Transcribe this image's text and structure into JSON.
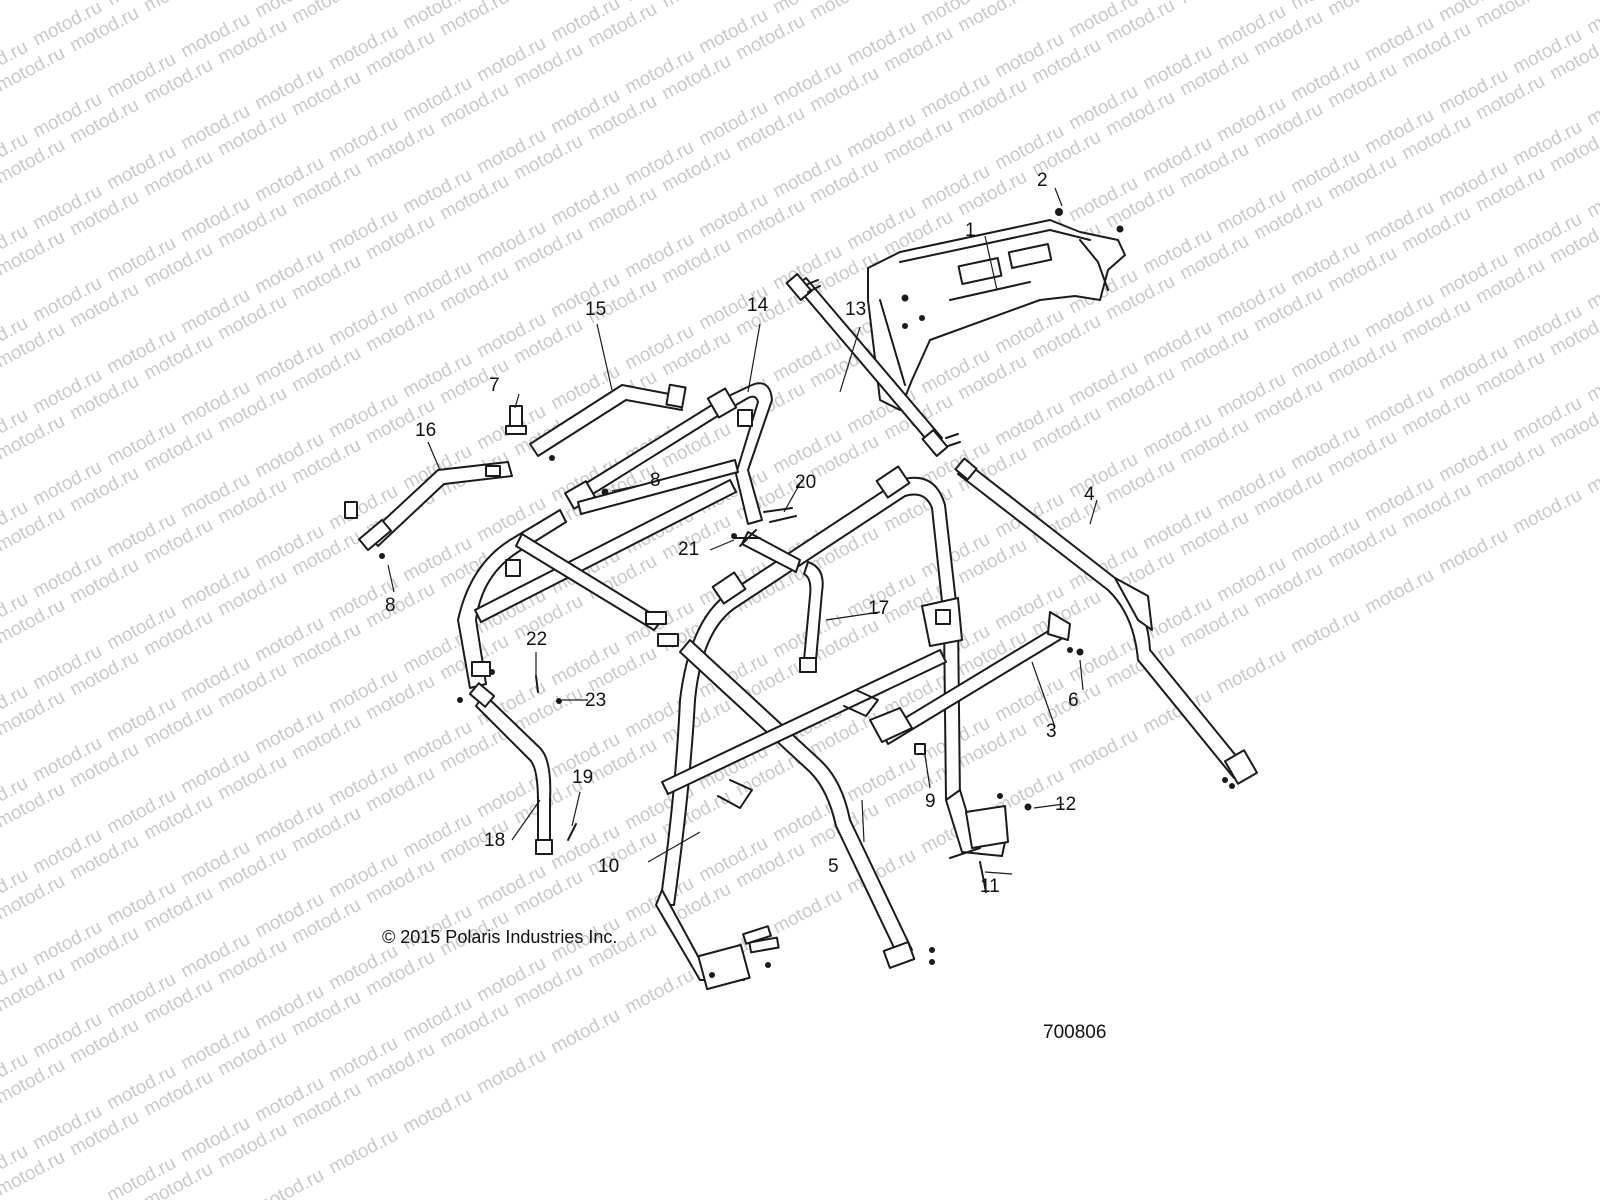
{
  "watermark": "motod.ru",
  "copyright": "© 2015 Polaris Industries Inc.",
  "figure_number": "700806",
  "callouts": [
    "1",
    "2",
    "3",
    "4",
    "5",
    "6",
    "7",
    "8",
    "8",
    "9",
    "10",
    "11",
    "12",
    "13",
    "14",
    "15",
    "16",
    "17",
    "18",
    "19",
    "20",
    "21",
    "22",
    "23"
  ],
  "colors": {
    "line": "#1a1a1a",
    "watermark": "#c9c9c9",
    "background": "#ffffff"
  }
}
